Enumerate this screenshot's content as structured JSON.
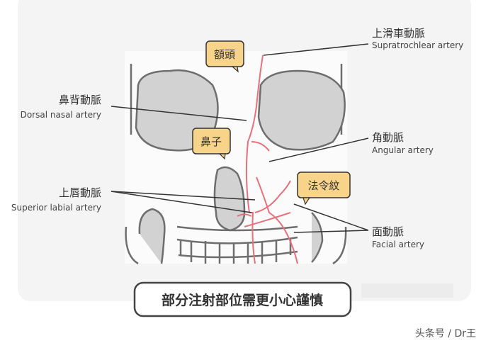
{
  "labels": {
    "supratrochlear": {
      "zh": "上滑車動脈",
      "en": "Supratrochlear artery"
    },
    "dorsal_nasal": {
      "zh": "鼻背動脈",
      "en": "Dorsal nasal artery"
    },
    "angular": {
      "zh": "角動脈",
      "en": "Angular artery"
    },
    "superior_labial": {
      "zh": "上唇動脈",
      "en": "Superior labial artery"
    },
    "facial": {
      "zh": "面動脈",
      "en": "Facial artery"
    }
  },
  "tags": {
    "forehead": "額頭",
    "nose": "鼻子",
    "nasolabial": "法令紋"
  },
  "caption": "部分注射部位需更小心謹慎",
  "watermark": "头条号 / Dr王",
  "colors": {
    "artery": "#e8707a",
    "tag_fill": "#f7d48a",
    "bone_shadow": "#cfcfcf",
    "panel": "#f4f4f4"
  }
}
